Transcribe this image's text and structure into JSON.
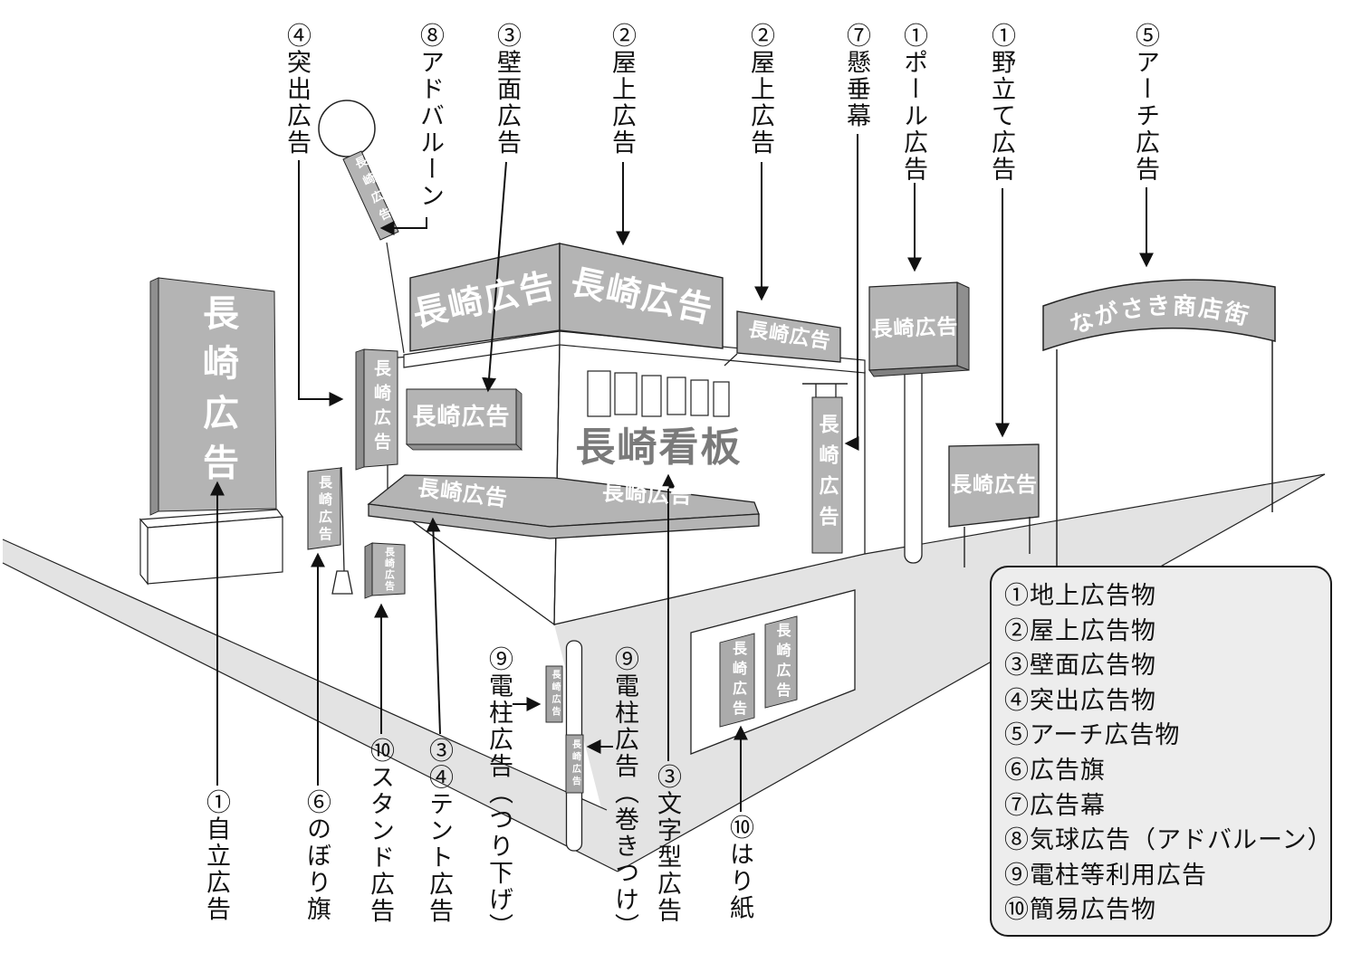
{
  "brand": "長崎広告",
  "building_sign_text": "長崎看板",
  "arch_text": "ながさき商店街",
  "callouts_top": [
    {
      "label": "④突出広告"
    },
    {
      "label": "⑧アドバルーン"
    },
    {
      "label": "③壁面広告"
    },
    {
      "label": "②屋上広告"
    },
    {
      "label": "②屋上広告"
    },
    {
      "label": "⑦懸垂幕"
    },
    {
      "label": "①ポール広告"
    },
    {
      "label": "①野立て広告"
    },
    {
      "label": "⑤アーチ広告"
    }
  ],
  "callouts_bottom": [
    {
      "label": "①自立広告"
    },
    {
      "label": "⑥のぼり旗"
    },
    {
      "label": "⑩スタンド広告"
    },
    {
      "label": "③④テント広告"
    },
    {
      "label": "⑨電柱広告（つり下げ）"
    },
    {
      "label": "⑨電柱広告（巻きつけ）"
    },
    {
      "label": "③文字型広告"
    },
    {
      "label": "⑩はり紙"
    }
  ],
  "legend": {
    "items": [
      "①地上広告物",
      "②屋上広告物",
      "③壁面広告物",
      "④突出広告物",
      "⑤アーチ広告物",
      "⑥広告旗",
      "⑦広告幕",
      "⑧気球広告（アドバルーン）",
      "⑨電柱等利用広告",
      "⑩簡易広告物"
    ]
  },
  "colors": {
    "sign_gray": "#b4b4b4",
    "sign_dark_edge": "#8f8f8f",
    "road_gray": "#e3e3e3",
    "legend_bg": "#ededed",
    "kanban_text_gray": "#7a7a7a",
    "line_black": "#1a1a1a"
  }
}
